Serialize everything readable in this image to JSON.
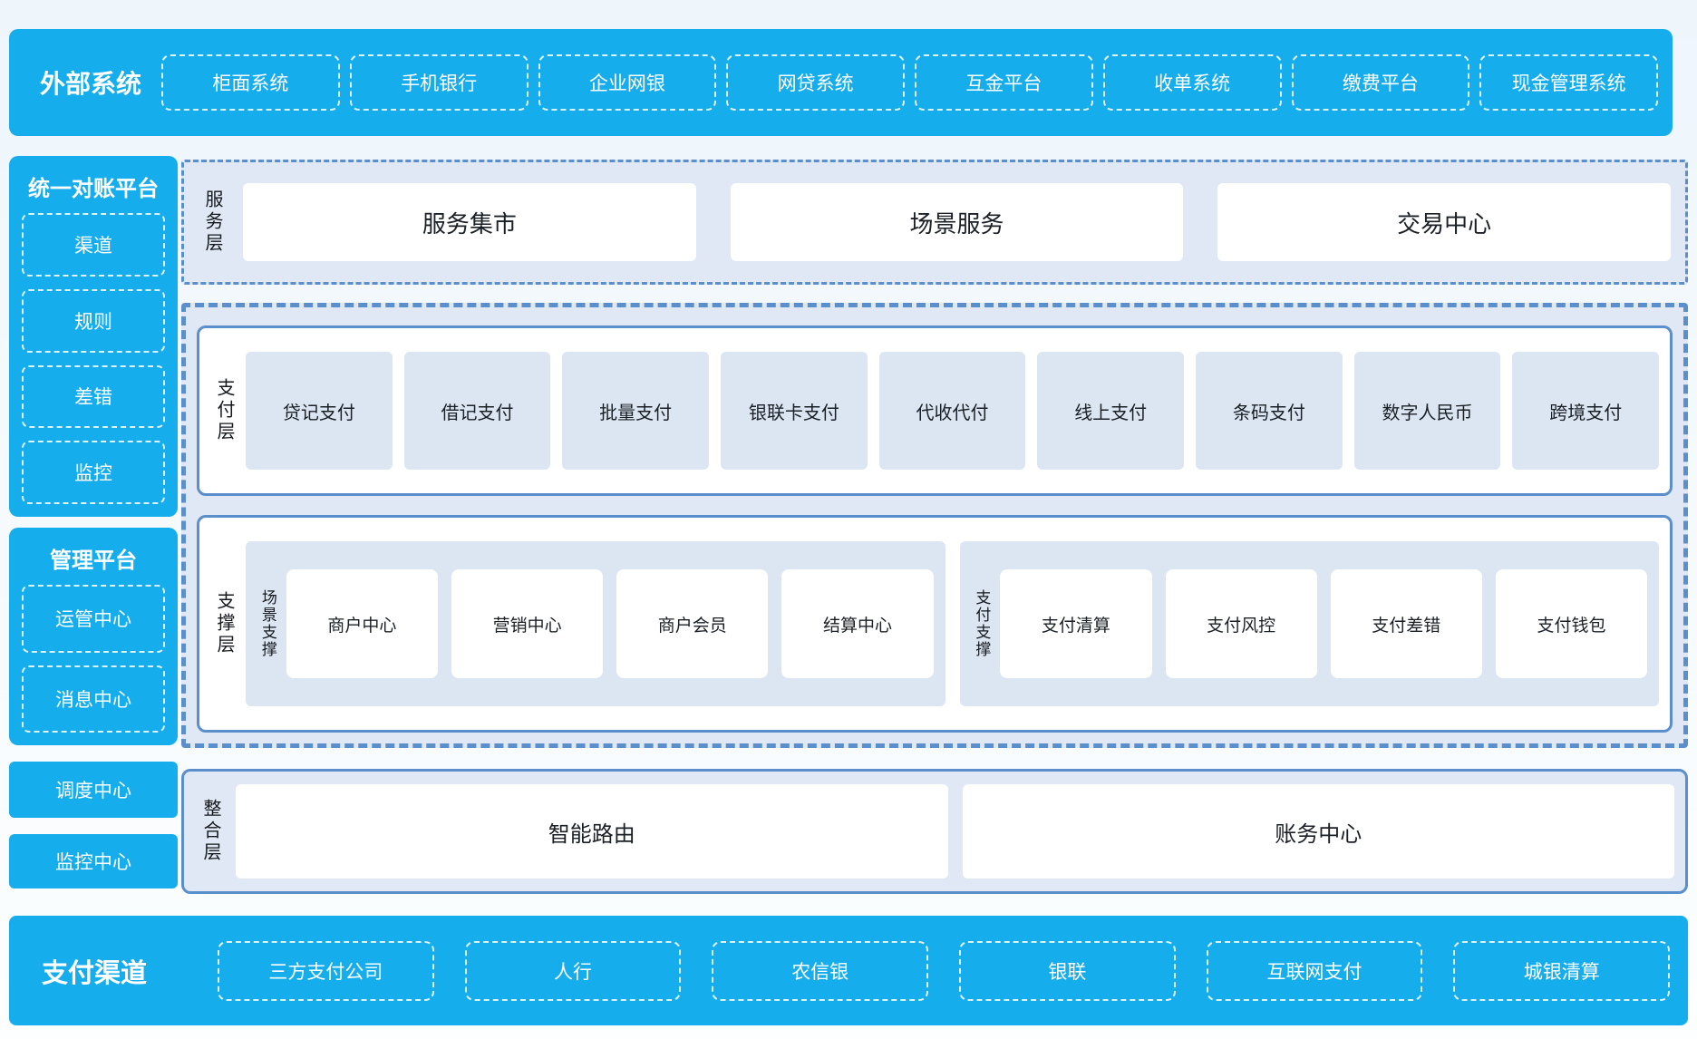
{
  "colors": {
    "accent": "#16ADEC",
    "panel_bg": "#DFE8F4",
    "tile_bg": "#DCE6F3",
    "border_blue": "#5B8FCB",
    "text_dark": "#1B2026",
    "text_white": "#FFFFFF"
  },
  "external_systems": {
    "label": "外部系统",
    "items": [
      "柜面系统",
      "手机银行",
      "企业网银",
      "网贷系统",
      "互金平台",
      "收单系统",
      "缴费平台",
      "现金管理系统"
    ]
  },
  "reconciliation_platform": {
    "label": "统一对账平台",
    "items": [
      "渠道",
      "规则",
      "差错",
      "监控"
    ]
  },
  "management_platform": {
    "label": "管理平台",
    "items": [
      "运管中心",
      "消息中心"
    ]
  },
  "standalone_centers": [
    "调度中心",
    "监控中心"
  ],
  "service_layer": {
    "label": "服务层",
    "items": [
      "服务集市",
      "场景服务",
      "交易中心"
    ]
  },
  "payment_layer": {
    "label": "支付层",
    "items": [
      "贷记支付",
      "借记支付",
      "批量支付",
      "银联卡支付",
      "代收代付",
      "线上支付",
      "条码支付",
      "数字人民币",
      "跨境支付"
    ]
  },
  "support_layer": {
    "label": "支撑层",
    "groups": [
      {
        "label": "场景支撑",
        "items": [
          "商户中心",
          "营销中心",
          "商户会员",
          "结算中心"
        ]
      },
      {
        "label": "支付支撑",
        "items": [
          "支付清算",
          "支付风控",
          "支付差错",
          "支付钱包"
        ]
      }
    ]
  },
  "integration_layer": {
    "label": "整合层",
    "items": [
      "智能路由",
      "账务中心"
    ]
  },
  "payment_channels": {
    "label": "支付渠道",
    "items": [
      "三方支付公司",
      "人行",
      "农信银",
      "银联",
      "互联网支付",
      "城银清算"
    ]
  }
}
